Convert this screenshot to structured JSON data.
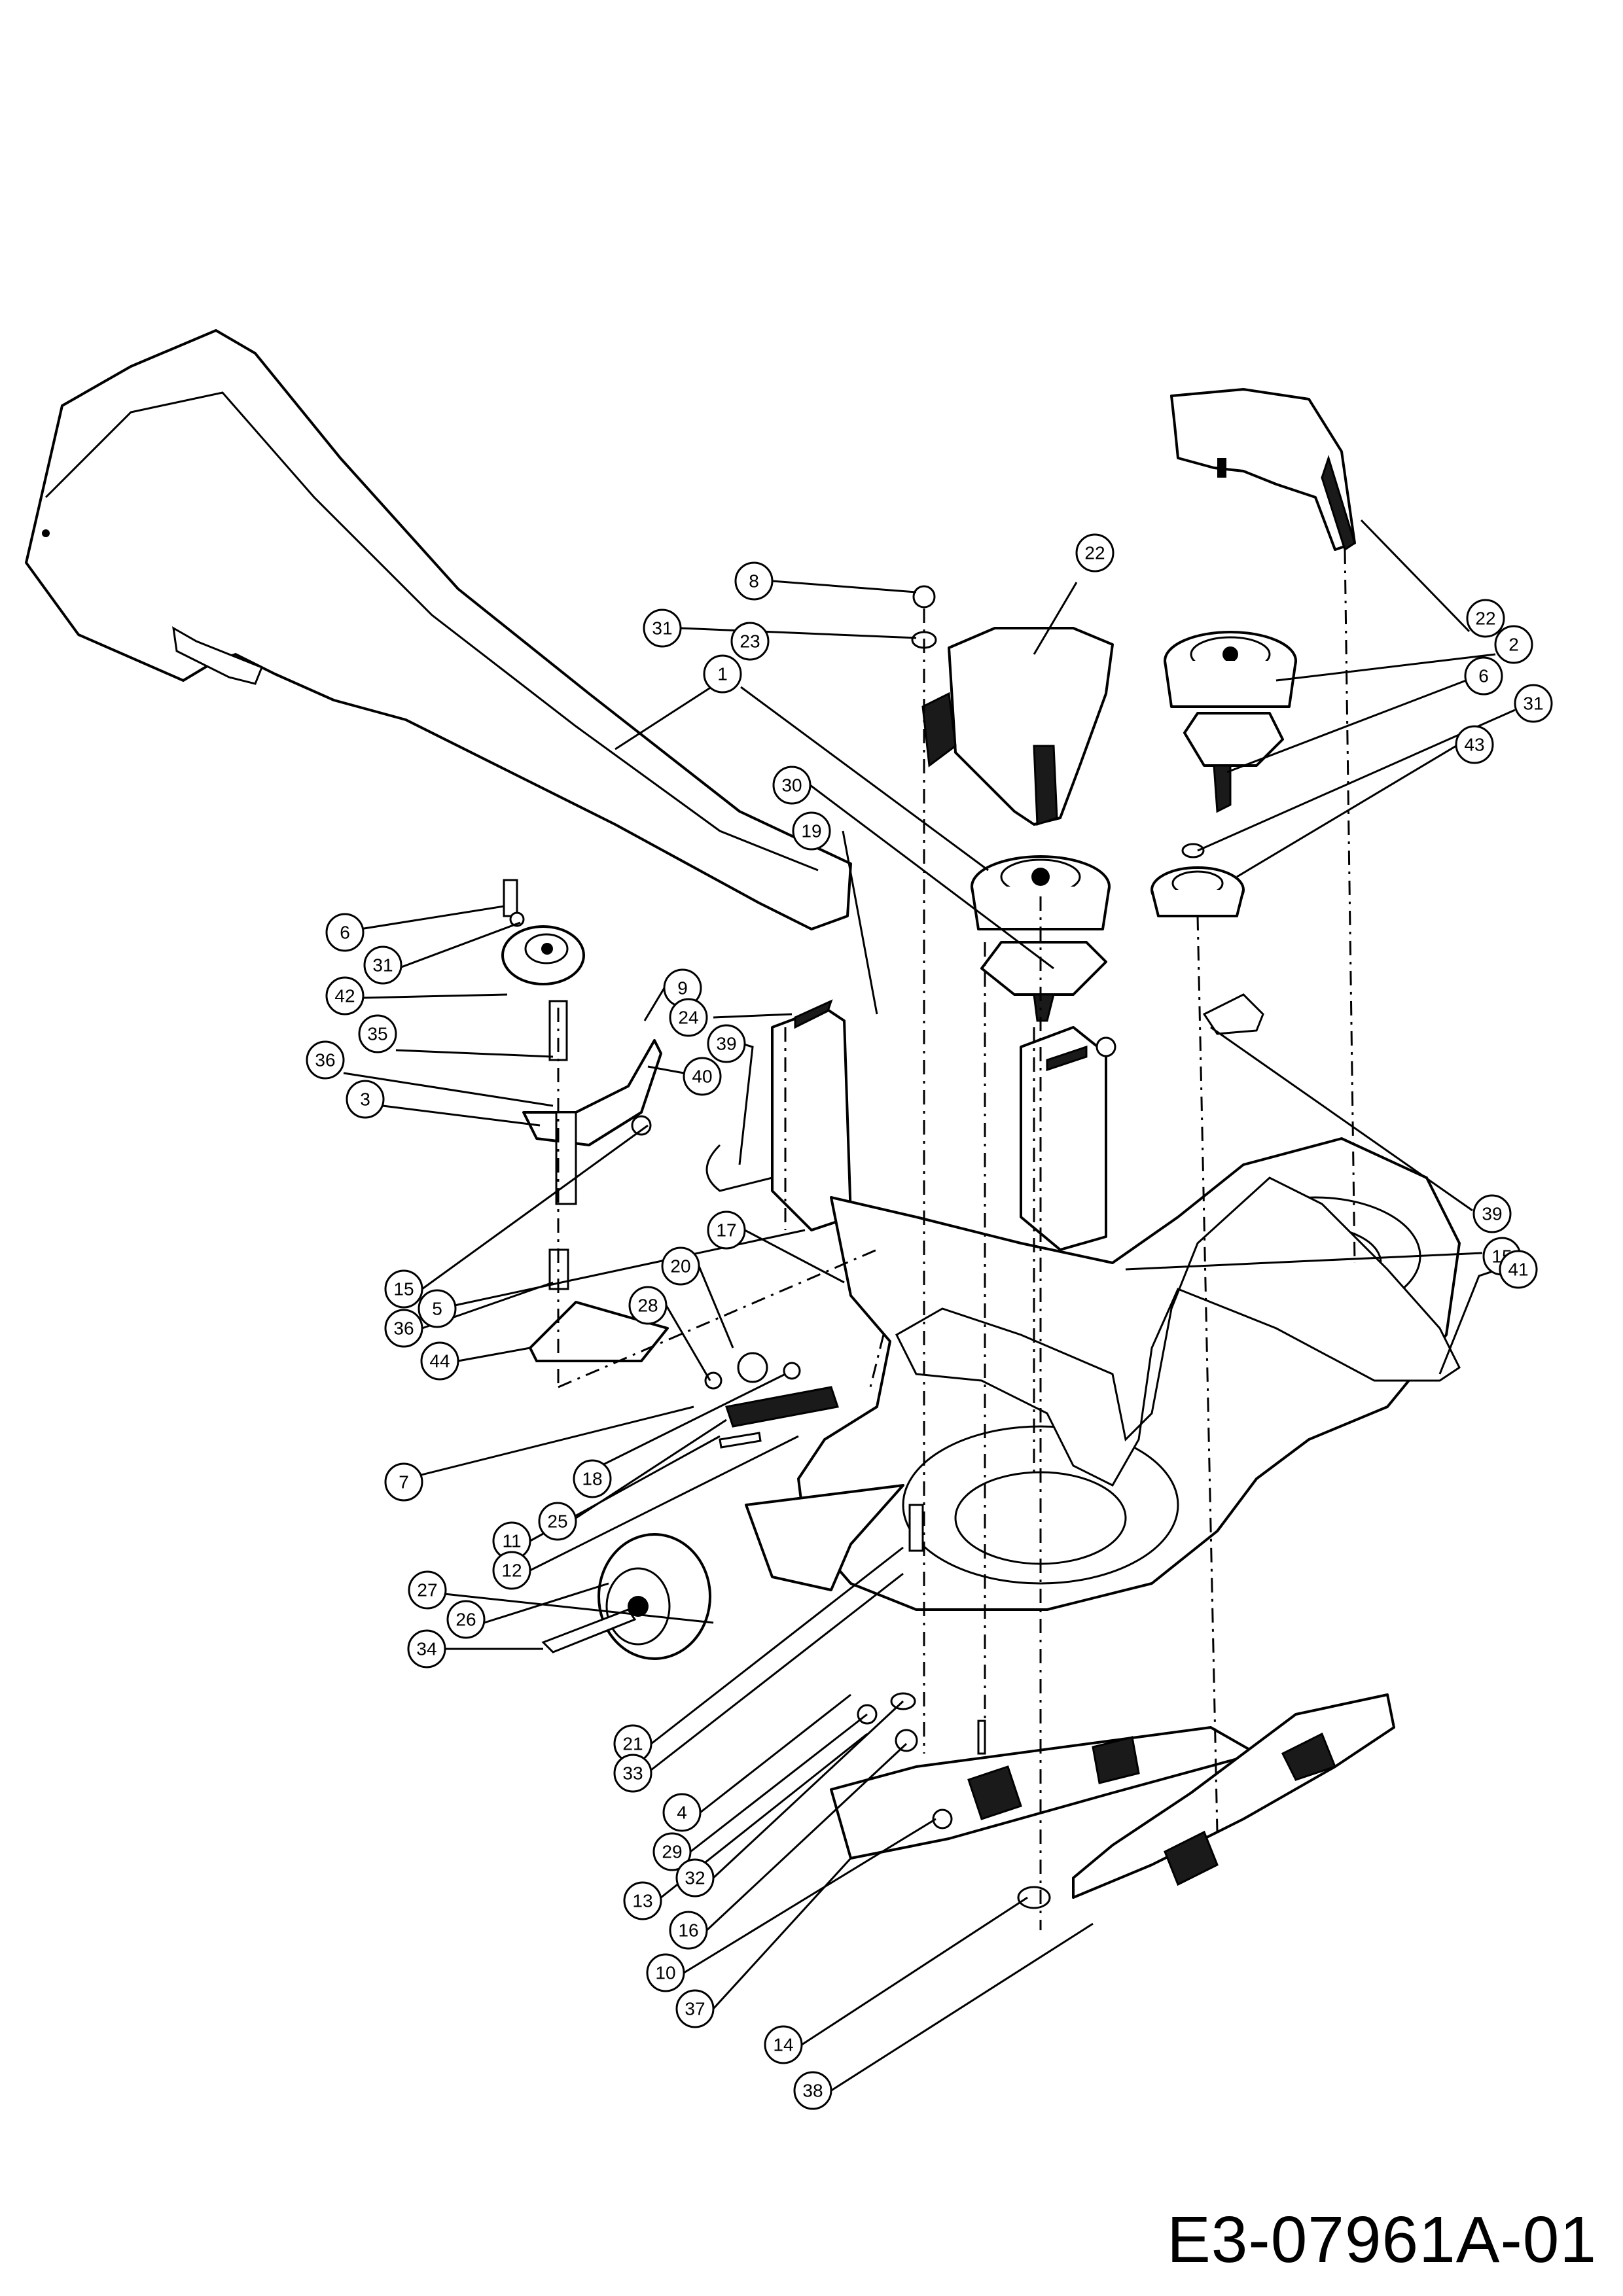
{
  "drawing_number": "E3-07961A-01",
  "callouts": [
    {
      "label": "8"
    },
    {
      "label": "31"
    },
    {
      "label": "23"
    },
    {
      "label": "1"
    },
    {
      "label": "22"
    },
    {
      "label": "22"
    },
    {
      "label": "2"
    },
    {
      "label": "6"
    },
    {
      "label": "31"
    },
    {
      "label": "43"
    },
    {
      "label": "30"
    },
    {
      "label": "19"
    },
    {
      "label": "6"
    },
    {
      "label": "31"
    },
    {
      "label": "42"
    },
    {
      "label": "9"
    },
    {
      "label": "24"
    },
    {
      "label": "39"
    },
    {
      "label": "35"
    },
    {
      "label": "40"
    },
    {
      "label": "36"
    },
    {
      "label": "3"
    },
    {
      "label": "39"
    },
    {
      "label": "15"
    },
    {
      "label": "15"
    },
    {
      "label": "5"
    },
    {
      "label": "17"
    },
    {
      "label": "20"
    },
    {
      "label": "36"
    },
    {
      "label": "28"
    },
    {
      "label": "44"
    },
    {
      "label": "41"
    },
    {
      "label": "7"
    },
    {
      "label": "18"
    },
    {
      "label": "25"
    },
    {
      "label": "11"
    },
    {
      "label": "12"
    },
    {
      "label": "27"
    },
    {
      "label": "26"
    },
    {
      "label": "34"
    },
    {
      "label": "21"
    },
    {
      "label": "33"
    },
    {
      "label": "4"
    },
    {
      "label": "29"
    },
    {
      "label": "32"
    },
    {
      "label": "13"
    },
    {
      "label": "16"
    },
    {
      "label": "10"
    },
    {
      "label": "37"
    },
    {
      "label": "14"
    },
    {
      "label": "38"
    }
  ]
}
